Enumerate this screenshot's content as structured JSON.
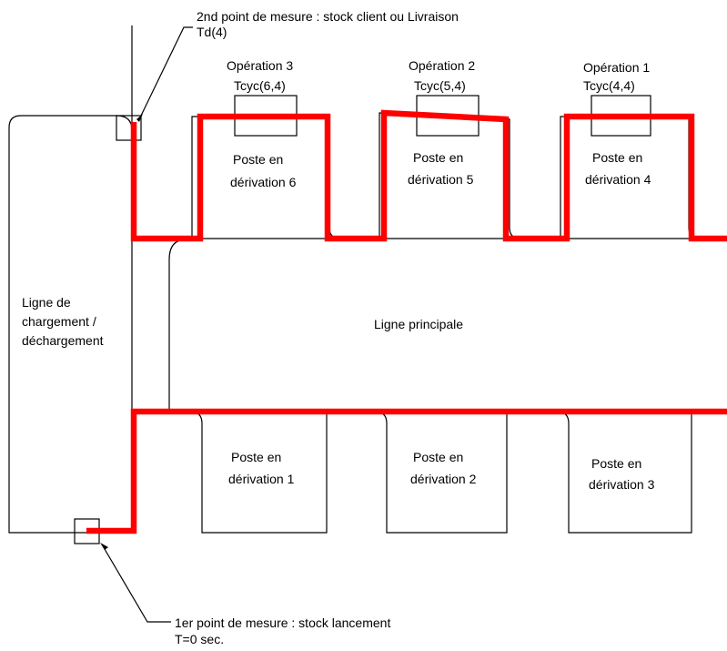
{
  "colors": {
    "route": "#ff0000",
    "outline": "#000000",
    "background": "#ffffff"
  },
  "annotations": {
    "measure_point_2_line1": "2nd point de mesure : stock client ou Livraison",
    "measure_point_2_line2": "Td(4)",
    "measure_point_1_line1": "1er point de mesure : stock lancement",
    "measure_point_1_line2": "T=0 sec."
  },
  "loading_line": {
    "line1": "Ligne de",
    "line2": "chargement /",
    "line3": "déchargement"
  },
  "main_line": {
    "label": "Ligne principale"
  },
  "operations": [
    {
      "name": "Opération 3",
      "tcyc": "Tcyc(6,4)"
    },
    {
      "name": "Opération 2",
      "tcyc": "Tcyc(5,4)"
    },
    {
      "name": "Opération 1",
      "tcyc": "Tcyc(4,4)"
    }
  ],
  "top_stations": [
    {
      "line1": "Poste en",
      "line2": "dérivation 6"
    },
    {
      "line1": "Poste en",
      "line2": "dérivation 5"
    },
    {
      "line1": "Poste en",
      "line2": "dérivation 4"
    }
  ],
  "bottom_stations": [
    {
      "line1": "Poste en",
      "line2": "dérivation 1"
    },
    {
      "line1": "Poste en",
      "line2": "dérivation 2"
    },
    {
      "line1": "Poste en",
      "line2": "dérivation 3"
    }
  ]
}
